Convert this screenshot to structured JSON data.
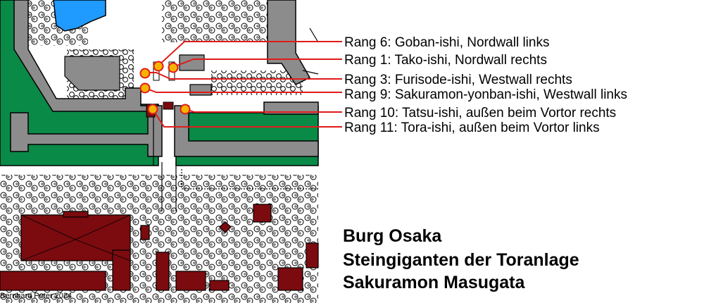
{
  "colors": {
    "moat": "#1f9aff",
    "grass": "#0a8a47",
    "wall": "#8c8c8c",
    "building": "#7b0b0f",
    "leader": "#e01b1b",
    "stone": "#f6b400"
  },
  "legend": [
    "Rang 6: Goban-ishi, Nordwall links",
    "Rang 1: Tako-ishi, Nordwall rechts",
    "Rang 3: Furisode-ishi, Westwall rechts",
    "Rang 9: Sakuramon-yonban-ishi, Westwall links",
    "Rang 10: Tatsu-ishi, außen beim Vortor rechts",
    "Rang 11: Tora-ishi, außen beim Vortor links"
  ],
  "title": {
    "line1": "Burg Osaka",
    "line2": "Steingiganten der Toranlage",
    "line3": "Sakuramon Masugata"
  },
  "credit": "Bernhard Peter 2024"
}
